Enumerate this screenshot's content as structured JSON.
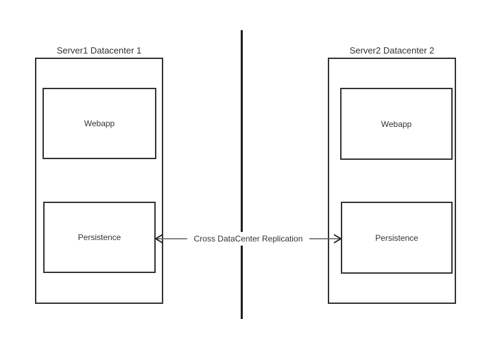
{
  "colors": {
    "border": "#333333",
    "text": "#333333",
    "arrow-line": "#5c5c5c",
    "arrow-head": "#1a1a1a",
    "divider": "#1d1d1d",
    "canvas-bg": "#ffffff"
  },
  "servers": [
    {
      "title": "Server1 Datacenter 1",
      "components": [
        {
          "label": "Webapp"
        },
        {
          "label": "Persistence"
        }
      ]
    },
    {
      "title": "Server2 Datacenter 2",
      "components": [
        {
          "label": "Webapp"
        },
        {
          "label": "Persistence"
        }
      ]
    }
  ],
  "connection": {
    "label": "Cross DataCenter Replication"
  }
}
